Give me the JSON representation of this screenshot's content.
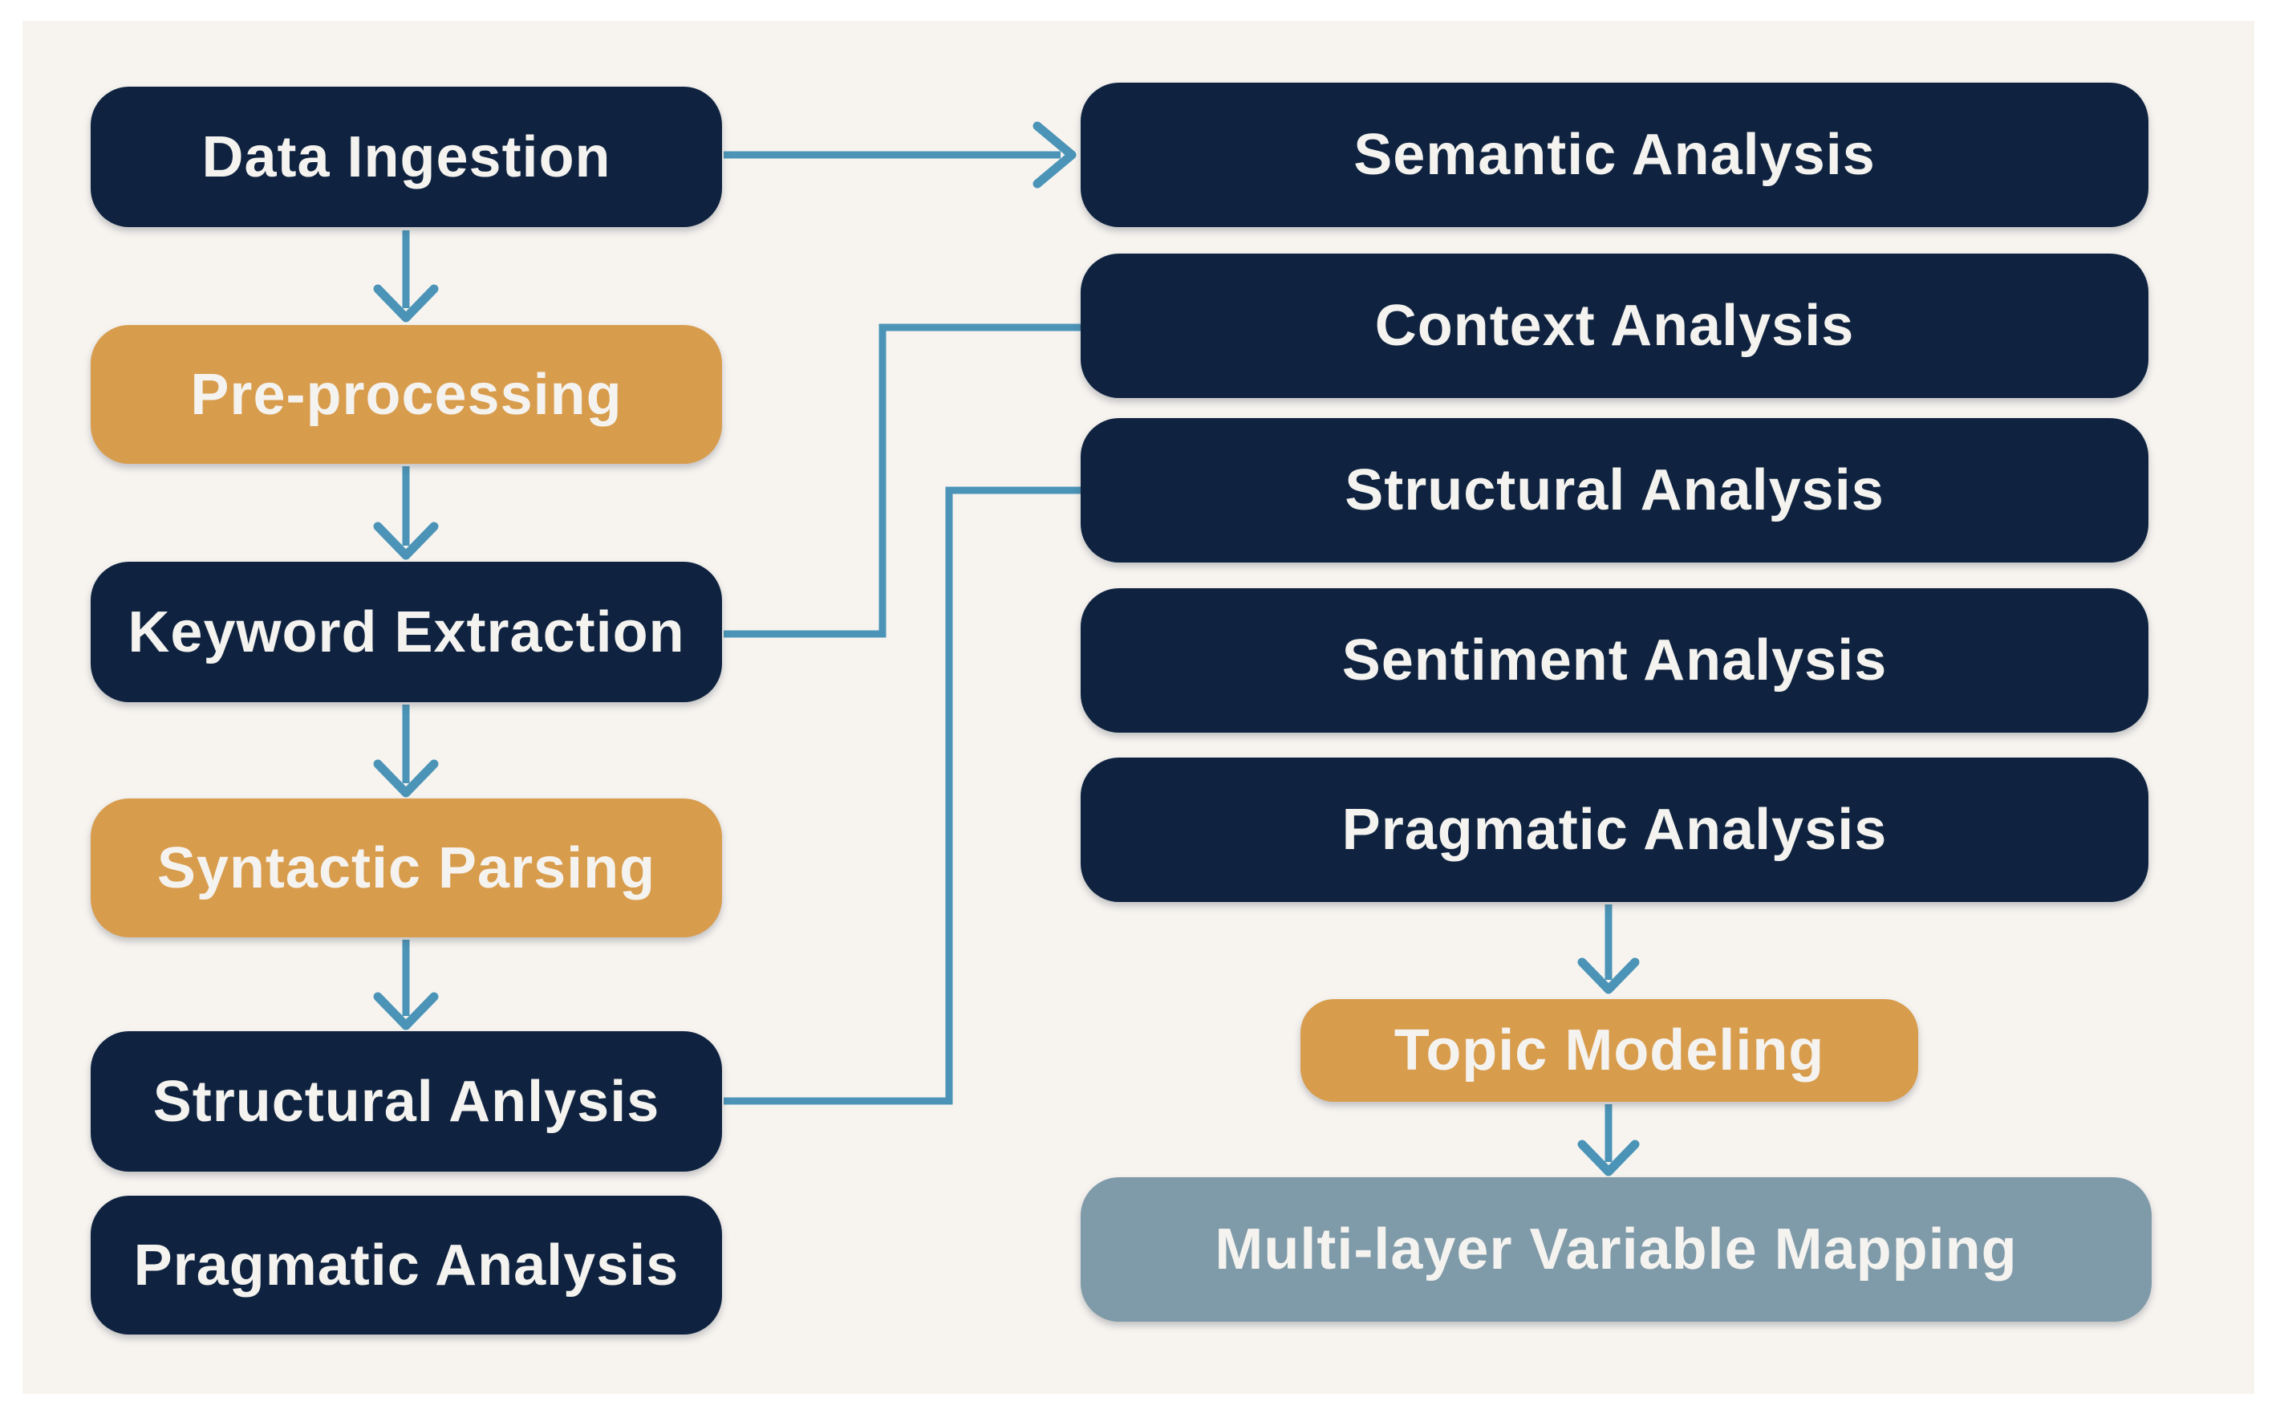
{
  "diagram": {
    "colors": {
      "navy": "#0f2340",
      "orange": "#d89c4d",
      "slate": "#7f9aa9",
      "arrow": "#4b94b7",
      "text": "#f5f3ef",
      "background": "#f7f4f0",
      "page_margin": "#ffffff"
    },
    "left_column": {
      "nodes": [
        {
          "label": "Data Ingestion",
          "style": "navy"
        },
        {
          "label": "Pre-processing",
          "style": "orange"
        },
        {
          "label": "Keyword Extraction",
          "style": "navy"
        },
        {
          "label": "Syntactic Parsing",
          "style": "orange"
        },
        {
          "label": "Structural Anlysis",
          "style": "navy"
        },
        {
          "label": "Pragmatic Analysis",
          "style": "navy"
        }
      ]
    },
    "right_column": {
      "nodes": [
        {
          "label": "Semantic Analysis",
          "style": "navy"
        },
        {
          "label": "Context Analysis",
          "style": "navy"
        },
        {
          "label": "Structural Analysis",
          "style": "navy"
        },
        {
          "label": "Sentiment Analysis",
          "style": "navy"
        },
        {
          "label": "Pragmatic Analysis",
          "style": "navy"
        },
        {
          "label": "Topic Modeling",
          "style": "orange"
        },
        {
          "label": "Multi-layer Variable Mapping",
          "style": "slate"
        }
      ]
    },
    "connections": [
      {
        "from": "Data Ingestion",
        "to": "Semantic Analysis",
        "type": "arrow-right"
      },
      {
        "from": "Data Ingestion",
        "to": "Pre-processing",
        "type": "arrow-down"
      },
      {
        "from": "Pre-processing",
        "to": "Keyword Extraction",
        "type": "arrow-down"
      },
      {
        "from": "Keyword Extraction",
        "to": "Syntactic Parsing",
        "type": "arrow-down"
      },
      {
        "from": "Keyword Extraction",
        "to": "Context Analysis",
        "type": "elbow-line"
      },
      {
        "from": "Syntactic Parsing",
        "to": "Structural Anlysis",
        "type": "arrow-down"
      },
      {
        "from": "Structural Anlysis",
        "to": "Structural Analysis",
        "type": "elbow-line"
      },
      {
        "from": "Pragmatic Analysis (right)",
        "to": "Topic Modeling",
        "type": "arrow-down"
      },
      {
        "from": "Topic Modeling",
        "to": "Multi-layer Variable Mapping",
        "type": "arrow-down"
      }
    ]
  }
}
